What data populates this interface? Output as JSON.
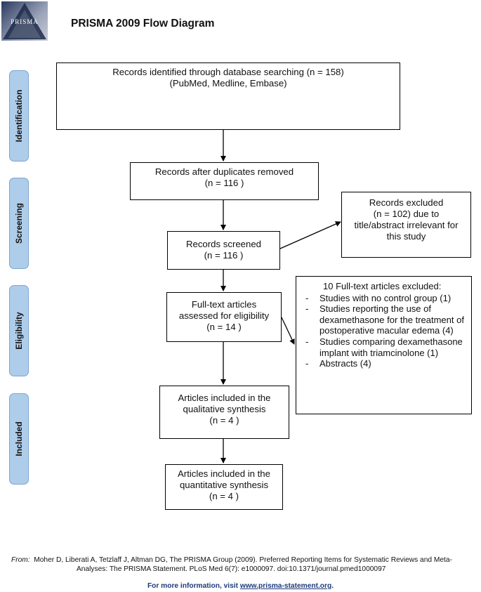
{
  "header": {
    "logo_text": "PRISMA",
    "title": "PRISMA 2009 Flow Diagram"
  },
  "phases": [
    "Identification",
    "Screening",
    "Eligibility",
    "Included"
  ],
  "boxes": {
    "identified": [
      "Records identified through database searching (n = 158)",
      "(PubMed, Medline, Embase)"
    ],
    "duplicates": [
      "Records after duplicates removed",
      "(n = 116 )"
    ],
    "screened": [
      "Records screened",
      "(n = 116 )"
    ],
    "excluded": [
      "Records excluded",
      "(n = 102) due to",
      "title/abstract irrelevant for",
      "this study"
    ],
    "fulltext": [
      "Full-text articles",
      "assessed for eligibility",
      "(n = 14  )"
    ],
    "qualitative": [
      "Articles included in the",
      "qualitative synthesis",
      "(n =  4  )"
    ],
    "quantitative": [
      "Articles included in the",
      "quantitative synthesis",
      "(n =  4 )"
    ]
  },
  "fulltext_excluded": {
    "heading": "10 Full-text articles excluded:",
    "items": [
      "Studies with no control group (1)",
      "Studies reporting the use of dexamethasone for the treatment of postoperative macular edema (4)",
      "Studies comparing dexamethasone implant with triamcinolone (1)",
      "Abstracts (4)"
    ]
  },
  "footer": {
    "from_label": "From:",
    "citation_line1": "Moher D, Liberati A, Tetzlaff J, Altman DG, The PRISMA Group (2009). Preferred Reporting Items for Systematic Reviews and Meta-",
    "citation_line2": "Analyses: The PRISMA Statement. PLoS Med 6(7): e1000097. doi:10.1371/journal.pmed1000097",
    "more_info": "For more information, visit ",
    "link": "www.prisma-statement.org",
    "period": "."
  }
}
